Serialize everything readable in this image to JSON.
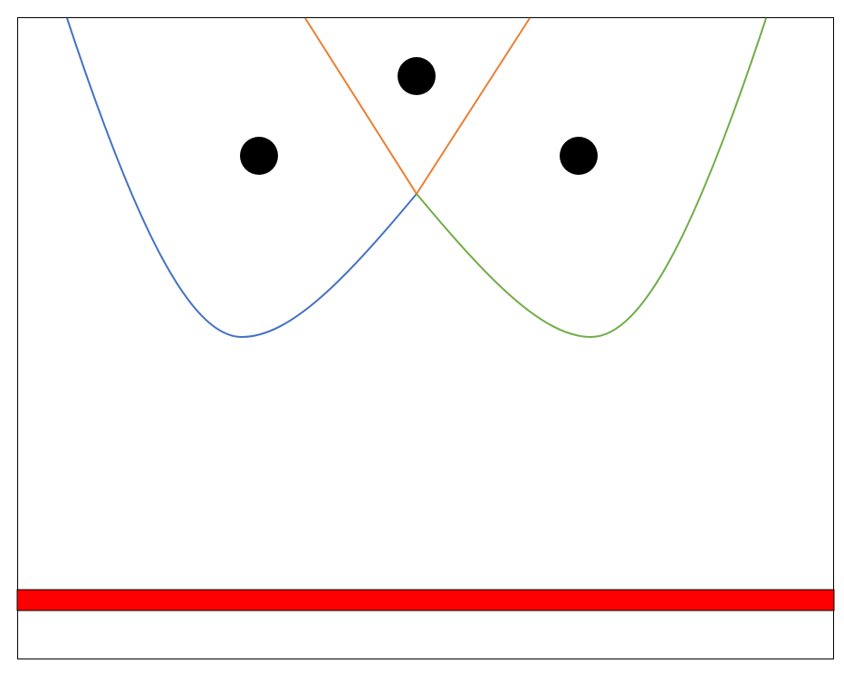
{
  "diagram": {
    "points": [
      {
        "id": "left-site"
      },
      {
        "id": "top-site"
      },
      {
        "id": "right-site"
      }
    ],
    "curves": [
      {
        "id": "left-parabola-arc",
        "color": "#4472C4"
      },
      {
        "id": "boundary-v-lines",
        "color": "#ED7D31"
      },
      {
        "id": "right-parabola-arc",
        "color": "#70AD47"
      }
    ],
    "sweep_line": {
      "color": "#FF0000"
    },
    "point_color": "#000000",
    "frame_color": "#000000"
  }
}
